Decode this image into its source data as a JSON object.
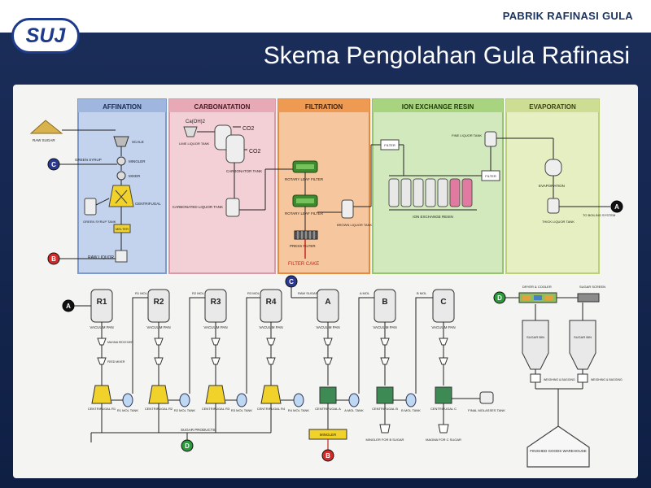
{
  "header": {
    "company": "PABRIK RAFINASI GULA",
    "logo_text": "SUJ",
    "title": "Skema Pengolahan Gula Rafinasi"
  },
  "stages": [
    {
      "label": "AFFINATION",
      "color": "#c3d3ee",
      "border": "#7e9acc"
    },
    {
      "label": "CARBONATATION",
      "color": "#f3cfd6",
      "border": "#d79aa6"
    },
    {
      "label": "FILTRATION",
      "color": "#f6c79e",
      "border": "#e68a3e"
    },
    {
      "label": "ION EXCHANGE RESIN",
      "color": "#d2e8bd",
      "border": "#95c46c"
    },
    {
      "label": "EVAPORATION",
      "color": "#e6efc2",
      "border": "#bcd07a"
    }
  ],
  "affination": {
    "raw_sugar": "RAW SUGAR",
    "scale": "SCALE",
    "mingler": "MINGLER",
    "mixer": "MIXER",
    "green_syrup": "GREEN SYRUP",
    "green_syrup_tank": "GREEN SYRUP TANK",
    "centrifugal": "CENTRIFUGAL",
    "melter": "MELTER",
    "raw_liquor": "RAW LIQUOR"
  },
  "carbonatation": {
    "lime": "Ca(OH)2",
    "lime_tank": "LIME LIQUOR TANK",
    "co2_a": "CO2",
    "co2_b": "CO2",
    "carbonator": "CARBONATOR TANK",
    "carbonated_tank": "CARBONATED LIQUOR TANK"
  },
  "filtration": {
    "rotary_1": "ROTARY LEAF FILTER",
    "rotary_2": "ROTARY LEAF FILTER",
    "press": "PRESS FILTER",
    "cake": "FILTER CAKE",
    "brown_tank": "BROWN LIQUOR TANK"
  },
  "ion": {
    "filter_a": "FILTER",
    "filter_b": "FILTER",
    "resin": "ION EXCHANGE RESIN",
    "fine_tank": "FINE LIQUOR TANK"
  },
  "evaporation": {
    "evaporator": "EVAPORATION",
    "thick_tank": "THICK LIQUOR TANK",
    "to_boiling": "TO BOILING SYSTEM"
  },
  "markers": {
    "A": "A",
    "B": "B",
    "C": "C",
    "D": "D"
  },
  "boiling": {
    "pans": [
      {
        "label": "R1",
        "name": "VACUUM PAN",
        "cent": "CENTRIFUGAL R1",
        "mol": "R1 MOL TANK"
      },
      {
        "label": "R2",
        "name": "VACUUM PAN",
        "cent": "CENTRIFUGAL R2",
        "mol": "R2 MOL TANK"
      },
      {
        "label": "R3",
        "name": "VACUUM PAN",
        "cent": "CENTRIFUGAL R3",
        "mol": "R3 MOL TANK"
      },
      {
        "label": "R4",
        "name": "VACUUM PAN",
        "cent": "CENTRIFUGAL R4",
        "mol": "R4 MOL TANK"
      },
      {
        "label": "A",
        "name": "VACUUM PAN",
        "cent": "CENTRIFUGAL A",
        "mol": "A MOL TANK"
      },
      {
        "label": "B",
        "name": "VACUUM PAN",
        "cent": "CENTRIFUGAL B",
        "mol": "B MOL TANK"
      },
      {
        "label": "C",
        "name": "VACUUM PAN",
        "cent": "CENTRIFUGAL C",
        "mol": "FINAL MOLASSES TANK"
      }
    ],
    "mol_feeds": [
      "R1 MOL",
      "R2 MOL",
      "R3 MOL",
      "RAW SUGAR",
      "A MOL",
      "B MOL"
    ],
    "magma": "MAGMA RECEIVER",
    "feed": "FEED MIXER",
    "sugar_products": "SUGAR PRODUCTS",
    "mingler": "MINGLER",
    "b_sugar": "MINGLER FOR B SUGAR",
    "c_sugar": "MAGMA FOR C SUGAR"
  },
  "drying": {
    "dryer": "DRYER & COOLER",
    "screen": "SUGAR SCREEN",
    "bin_a": "SUGAR BIN",
    "bin_b": "SUGAR BIN",
    "weigh_a": "WEIGHING & BAGGING",
    "weigh_b": "WEIGHING & BAGGING",
    "warehouse": "FINISHED GOODS WAREHOUSE"
  }
}
